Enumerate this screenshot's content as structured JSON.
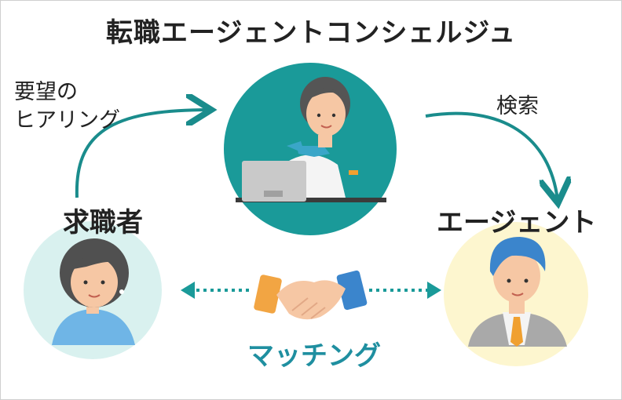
{
  "title": "転職エージェントコンシェルジュ",
  "hearing": {
    "line1": "要望の",
    "line2": "ヒアリング"
  },
  "search": "検索",
  "job_seeker": "求職者",
  "agent": "エージェント",
  "matching": "マッチング",
  "colors": {
    "teal": "#1a9a99",
    "arrow": "#1a8c8c",
    "seeker_bg": "#d9f1ef",
    "agent_bg": "#fdf6cf",
    "matching_text": "#1f8fa0"
  },
  "icons": [
    "concierge-figure",
    "job-seeker-figure",
    "agent-figure",
    "handshake-icon"
  ]
}
